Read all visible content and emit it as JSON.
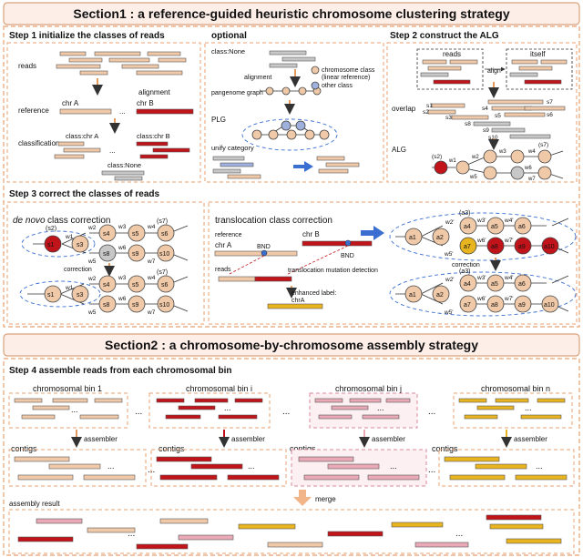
{
  "section1": {
    "title": "Section1 : a reference-guided heuristic chromosome clustering strategy",
    "step1": {
      "title": "Step 1 initialize the classes of reads",
      "reads": "reads",
      "reference": "reference",
      "chrA": "chr A",
      "chrB": "chr B",
      "alignment": "alignment",
      "dots": "...",
      "classification": "classification",
      "classA": "class:chr A",
      "classB": "class:chr B",
      "classNone": "class:None"
    },
    "optional": {
      "title": "optional",
      "classNone": "class:None",
      "alignment": "alignment",
      "pangenome": "pangenome graph",
      "legendChrom": "chromosome class",
      "legendChrom2": "(linear reference)",
      "legendOther": "other class",
      "plg": "PLG",
      "unify": "unify category"
    },
    "step2": {
      "title": "Step 2 construct the ALG",
      "reads": "reads",
      "itself": "itself",
      "align": "align",
      "overlap": "overlap",
      "s1": "s1",
      "s2": "s2",
      "s3": "s3",
      "s4": "s4",
      "s5": "s5",
      "s6": "s6",
      "s7": "s7",
      "s8": "s8",
      "s9": "s9",
      "s10": "s10",
      "alg": "ALG",
      "s2p": "(s2)",
      "s7p": "(s7)",
      "w1": "w1",
      "w2": "w2",
      "w3": "w3",
      "w4": "w4",
      "w5": "w5",
      "w6": "w6",
      "w7": "w7"
    },
    "step3": {
      "title": "Step 3 correct the classes of reads",
      "denovoA": "de novo",
      "denovoB": " class correction",
      "correction": "correction",
      "transTitle": "translocation class correction",
      "reference": "reference",
      "chrA": "chr A",
      "chrB": "chr B",
      "bnd": "BND",
      "reads": "reads",
      "detection": "translocation mutation detection",
      "enhanced": "enhanced label:",
      "enhancedVal": "chrA",
      "a1": "a1",
      "a2": "a2",
      "a3p": "(a3)",
      "a4": "a4",
      "a5": "a5",
      "a6": "a6",
      "a7": "a7",
      "a8": "a8",
      "a9": "a9",
      "a10": "a10",
      "w2p": "w2'",
      "w3p": "w3'",
      "w4p": "w4'",
      "w5p": "w5'",
      "w6p": "w6'",
      "w7p": "w7'"
    }
  },
  "section2": {
    "title": "Section2 : a chromosome-by-chromosome assembly strategy",
    "step4": {
      "title": "Step 4 assemble reads from each chromosomal bin",
      "bin1": "chromosomal bin 1",
      "bini": "chromosomal bin i",
      "binj": "chromosomal bin j",
      "binn": "chromosomal bin n",
      "contigs": "contigs",
      "assembler": "assembler",
      "dots": "...",
      "merge": "merge",
      "result": "assembly result"
    }
  },
  "colors": {
    "beige": "#f0c9a8",
    "red": "#c0141a",
    "grey": "#c7c7c7",
    "blue": "#9fb0dc",
    "gold": "#e8b520",
    "pink": "#e9a9b6",
    "banner": "#fdeee8",
    "dashed": "#e8a070"
  }
}
